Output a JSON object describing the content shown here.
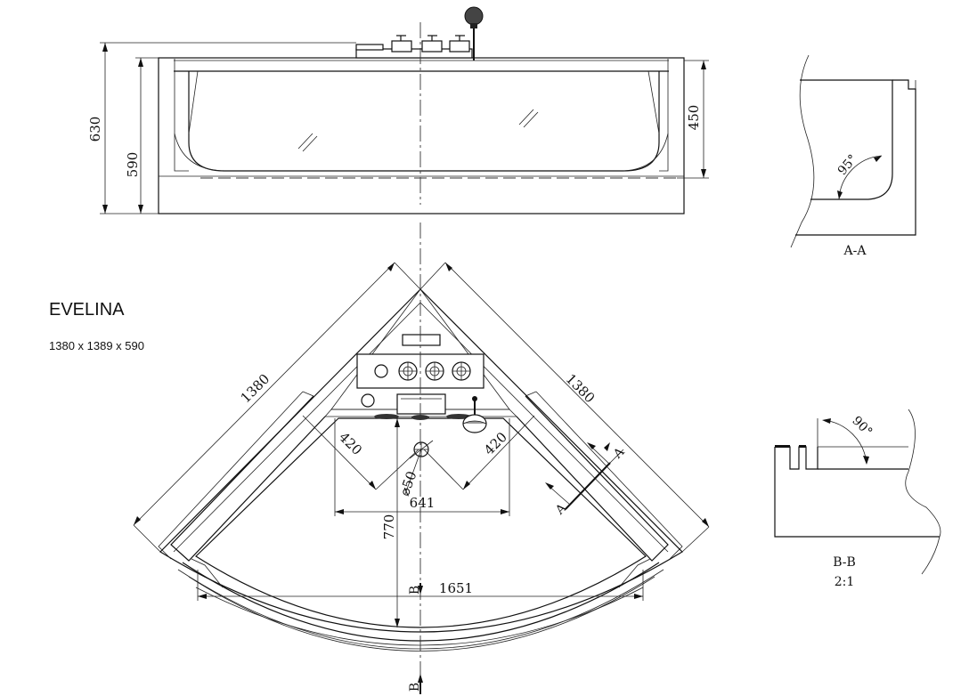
{
  "product": {
    "name": "EVELINA",
    "size": "1380 x 1389 x 590"
  },
  "front_view": {
    "height_total": "630",
    "height_body": "590",
    "depth_inner": "450"
  },
  "top_view": {
    "side_left": "1380",
    "side_right": "1380",
    "seat_left": "420",
    "seat_right": "420",
    "drain_diameter": "⌀50",
    "width_inner": "641",
    "depth": "770",
    "arc_width": "1651",
    "section_a_top": "A",
    "section_a_bottom": "A",
    "section_b_top": "B",
    "section_b_bottom": "B"
  },
  "section_aa": {
    "label": "A-A",
    "angle": "95°"
  },
  "section_bb": {
    "label": "B-B",
    "scale": "2:1",
    "angle": "90°"
  }
}
